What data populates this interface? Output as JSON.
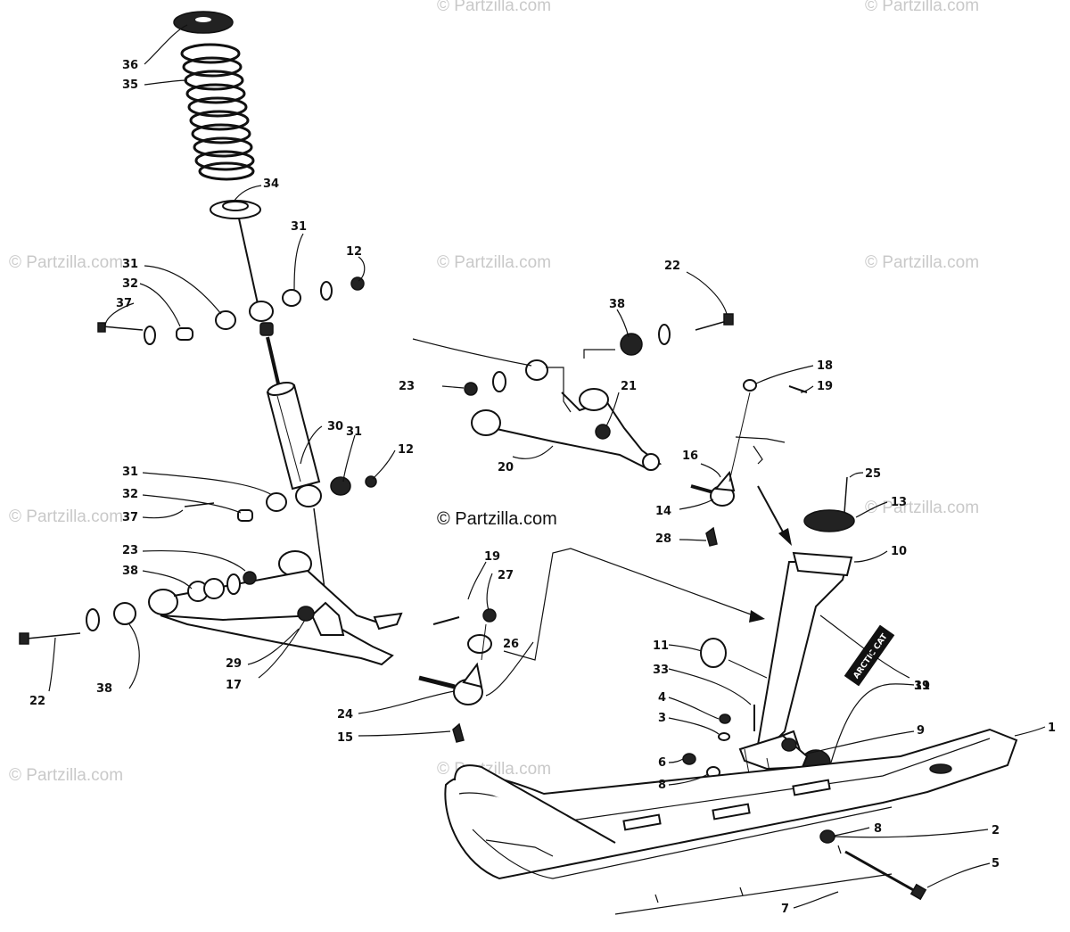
{
  "diagram": {
    "watermark": "© Partzilla.com",
    "center_watermark": "© Partzilla.com",
    "ski_decal": "ARCTIC CAT",
    "callouts": [
      "36",
      "35",
      "34",
      "31",
      "12",
      "31",
      "32",
      "37",
      "30",
      "31",
      "12",
      "31",
      "32",
      "37",
      "23",
      "38",
      "22",
      "38",
      "29",
      "17",
      "38",
      "22",
      "23",
      "21",
      "20",
      "18",
      "19",
      "16",
      "14",
      "28",
      "25",
      "13",
      "10",
      "19",
      "27",
      "26",
      "24",
      "15",
      "11",
      "33",
      "4",
      "3",
      "6",
      "8",
      "9",
      "11",
      "39",
      "1",
      "8",
      "2",
      "5",
      "7"
    ]
  },
  "colors": {
    "line": "#111111",
    "background": "#ffffff",
    "watermark": "#c9c9c9"
  }
}
